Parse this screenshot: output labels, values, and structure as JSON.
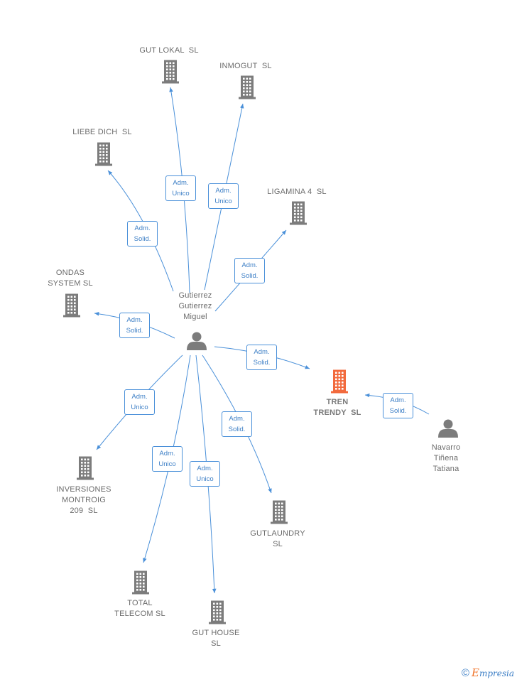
{
  "colors": {
    "edge": "#4a90d9",
    "building": "#7c7c7c",
    "building_focus": "#f26a3d",
    "person": "#7c7c7c",
    "label": "#6b6b6b"
  },
  "nodes": [
    {
      "id": "gutierrez",
      "type": "person",
      "label": "Gutierrez\nGutierrez\nMiguel"
    },
    {
      "id": "navarro",
      "type": "person",
      "label": "Navarro\nTiñena\nTatiana"
    },
    {
      "id": "gut-lokal",
      "type": "company",
      "label": "GUT LOKAL  SL"
    },
    {
      "id": "inmogut",
      "type": "company",
      "label": "INMOGUT  SL"
    },
    {
      "id": "liebe-dich",
      "type": "company",
      "label": "LIEBE DICH  SL"
    },
    {
      "id": "ligamina",
      "type": "company",
      "label": "LIGAMINA 4  SL"
    },
    {
      "id": "ondas",
      "type": "company",
      "label": "ONDAS\nSYSTEM SL"
    },
    {
      "id": "tren-trendy",
      "type": "company",
      "focus": true,
      "label": "TREN\nTRENDY  SL"
    },
    {
      "id": "inversiones",
      "type": "company",
      "label": "INVERSIONES\nMONTROIG\n209  SL"
    },
    {
      "id": "gutlaundry",
      "type": "company",
      "label": "GUTLAUNDRY\nSL"
    },
    {
      "id": "total-telecom",
      "type": "company",
      "label": "TOTAL\nTELECOM SL"
    },
    {
      "id": "gut-house",
      "type": "company",
      "label": "GUT HOUSE\nSL"
    }
  ],
  "edges": [
    {
      "from": "gutierrez",
      "to": "gut-lokal",
      "label": "Adm.\nUnico"
    },
    {
      "from": "gutierrez",
      "to": "inmogut",
      "label": "Adm.\nUnico"
    },
    {
      "from": "gutierrez",
      "to": "liebe-dich",
      "label": "Adm.\nSolid."
    },
    {
      "from": "gutierrez",
      "to": "ligamina",
      "label": "Adm.\nSolid."
    },
    {
      "from": "gutierrez",
      "to": "ondas",
      "label": "Adm.\nSolid."
    },
    {
      "from": "gutierrez",
      "to": "tren-trendy",
      "label": "Adm.\nSolid."
    },
    {
      "from": "navarro",
      "to": "tren-trendy",
      "label": "Adm.\nSolid."
    },
    {
      "from": "gutierrez",
      "to": "inversiones",
      "label": "Adm.\nUnico"
    },
    {
      "from": "gutierrez",
      "to": "gutlaundry",
      "label": "Adm.\nSolid."
    },
    {
      "from": "gutierrez",
      "to": "total-telecom",
      "label": "Adm.\nUnico"
    },
    {
      "from": "gutierrez",
      "to": "gut-house",
      "label": "Adm.\nUnico"
    }
  ],
  "footer": {
    "copyright_symbol": "©",
    "brand_first": "E",
    "brand_rest": "mpresia"
  }
}
